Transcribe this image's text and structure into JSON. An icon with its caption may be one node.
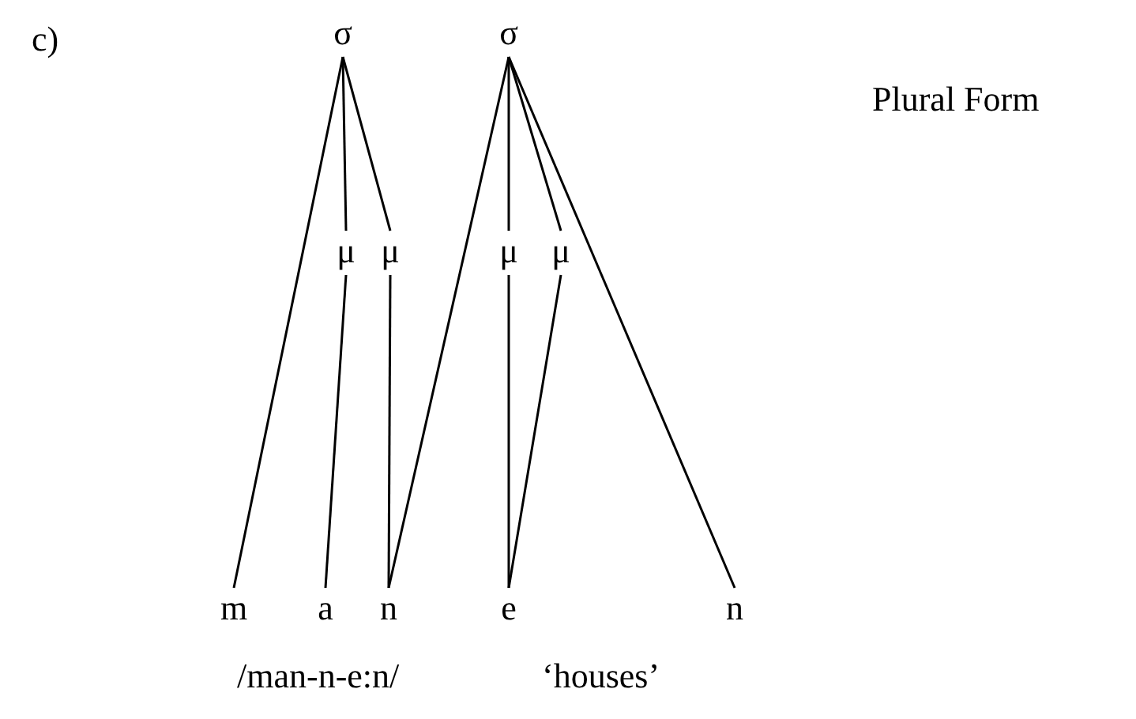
{
  "diagram": {
    "nodes": [
      {
        "text": [
          "σ"
        ]
      },
      {
        "text": [
          "σ"
        ]
      },
      {
        "text": [
          "μ"
        ]
      },
      {
        "text": [
          "μ"
        ]
      },
      {
        "text": [
          "μ"
        ]
      },
      {
        "text": [
          "μ"
        ]
      },
      {
        "text": [
          "m"
        ]
      },
      {
        "text": [
          "a"
        ]
      },
      {
        "text": [
          "n"
        ]
      },
      {
        "text": [
          "e"
        ]
      },
      {
        "text": [
          "n"
        ]
      }
    ],
    "edges": [
      {
        "from": 0,
        "to": 6,
        "arrow": "none"
      },
      {
        "from": 0,
        "to": 2,
        "arrow": "none"
      },
      {
        "from": 0,
        "to": 3,
        "arrow": "none"
      },
      {
        "from": 1,
        "to": 8,
        "arrow": "none"
      },
      {
        "from": 1,
        "to": 4,
        "arrow": "none"
      },
      {
        "from": 1,
        "to": 5,
        "arrow": "none"
      },
      {
        "from": 1,
        "to": 10,
        "arrow": "none"
      },
      {
        "from": 2,
        "to": 7,
        "arrow": "none"
      },
      {
        "from": 3,
        "to": 8,
        "arrow": "none"
      },
      {
        "from": 4,
        "to": 9,
        "arrow": "none"
      },
      {
        "from": 5,
        "to": 9,
        "arrow": "none"
      }
    ],
    "labels": [
      "c)",
      "Plural Form",
      "/man-n-e:n/",
      "‘houses’"
    ]
  }
}
